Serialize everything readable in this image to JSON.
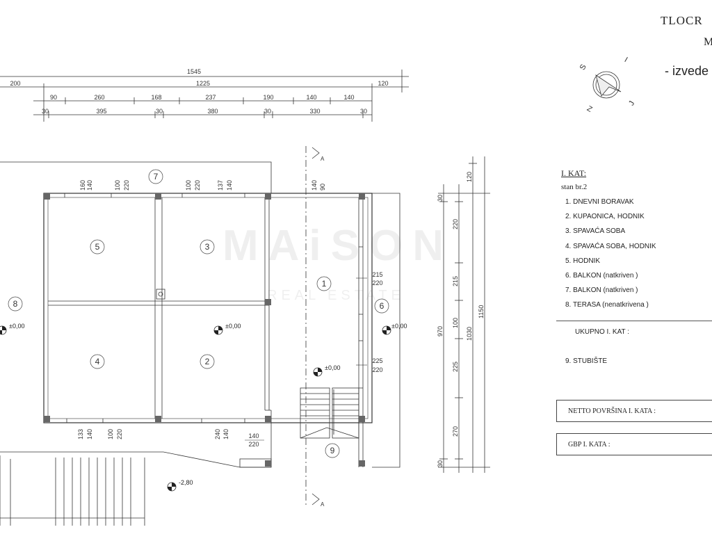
{
  "header": {
    "title_fragment": "TLOCR",
    "title_m": "M",
    "subtitle_fragment": "- izvede"
  },
  "watermark": {
    "brand": "MAiSON",
    "tagline": "REAL ESTATE"
  },
  "compass": {
    "letters": [
      "S",
      "I",
      "J",
      "Z"
    ]
  },
  "dims_top": {
    "overall": "1545",
    "row2": [
      "200",
      "1225",
      "120"
    ],
    "row3": [
      "90",
      "260",
      "168",
      "237",
      "190",
      "140",
      "140"
    ],
    "row4": [
      "30",
      "395",
      "30",
      "380",
      "30",
      "330",
      "30"
    ]
  },
  "dims_right": {
    "inner": [
      "30",
      "220",
      "215",
      "100",
      "225",
      "270",
      "30"
    ],
    "mid": [
      "120",
      "970"
    ],
    "outer": [
      "1030",
      "1150"
    ]
  },
  "openings": {
    "top": [
      "160",
      "140",
      "100",
      "220",
      "100",
      "220",
      "137",
      "140",
      "140",
      "90"
    ],
    "bottom": [
      "133",
      "140",
      "100",
      "220",
      "240",
      "140"
    ],
    "right": [
      "215",
      "220",
      "225",
      "220"
    ],
    "stair": [
      "140",
      "220"
    ]
  },
  "rooms": [
    "1",
    "2",
    "3",
    "4",
    "5",
    "6",
    "7",
    "8",
    "9"
  ],
  "levels": [
    "±0,00",
    "±0,00",
    "±0,00",
    "±0,00",
    "-2,80"
  ],
  "section_marks": [
    "A",
    "A"
  ],
  "legend": {
    "heading": "I. KAT:",
    "unit": "stan br.2",
    "items": [
      "1.  DNEVNI BORAVAK",
      "2.  KUPAONICA, HODNIK",
      "3.  SPAVAĆA SOBA",
      "4.  SPAVAĆA SOBA, HODNIK",
      "5.  HODNIK",
      "6.  BALKON (natkriven )",
      "7.  BALKON (natkriven )",
      "8.  TERASA (nenatkrivena )"
    ],
    "total": "UKUPNO I. KAT :",
    "stair": "9.  STUBIŠTE",
    "net_area": "NETTO POVRŠINA  I. KATA :",
    "gross_area": "GBP  I. KATA :"
  }
}
